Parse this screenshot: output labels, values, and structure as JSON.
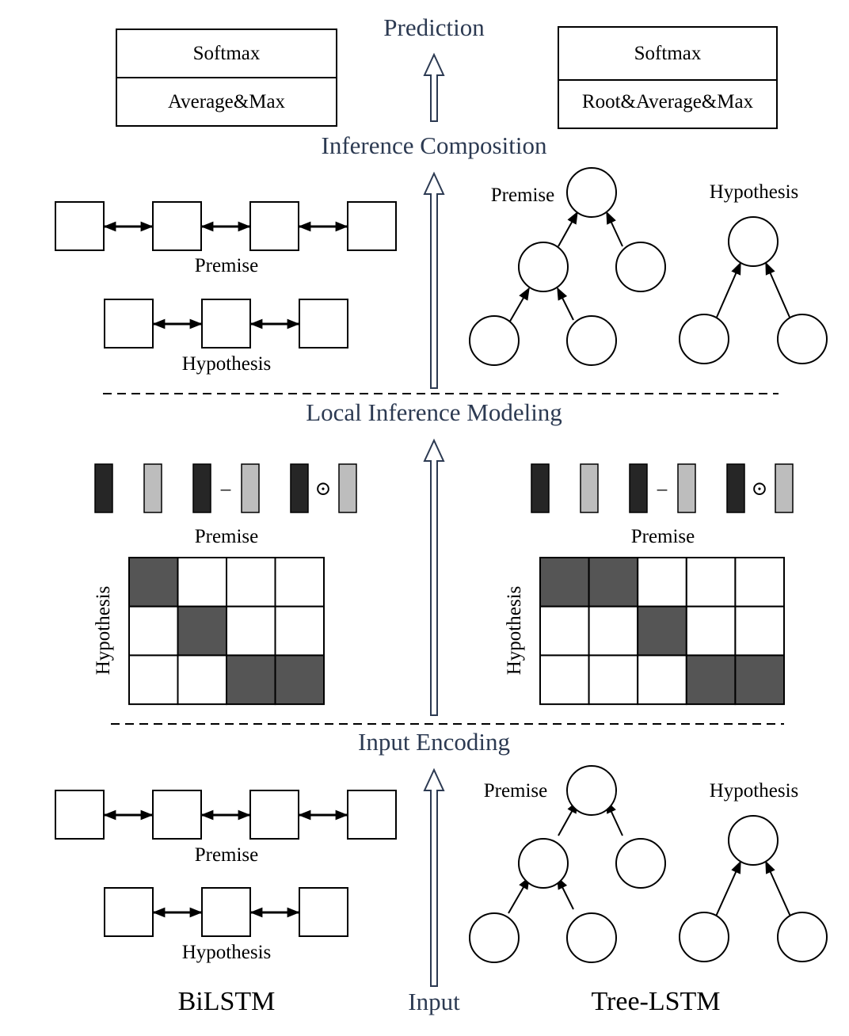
{
  "stages": {
    "prediction": "Prediction",
    "inference_composition": "Inference Composition",
    "local_inference_modeling": "Local Inference Modeling",
    "input_encoding": "Input Encoding",
    "input": "Input"
  },
  "bottom": {
    "bilstm": "BiLSTM",
    "tree_lstm": "Tree-LSTM"
  },
  "output_left": {
    "top": "Softmax",
    "bottom": "Average&Max"
  },
  "output_right": {
    "top": "Softmax",
    "bottom": "Root&Average&Max"
  },
  "labels": {
    "premise": "Premise",
    "hypothesis": "Hypothesis"
  },
  "local_inference": {
    "minus_symbol": "–",
    "product_symbol": "⊙",
    "left_matrix": {
      "rows": 3,
      "cols": 4,
      "dark_cells": [
        [
          0,
          0
        ],
        [
          1,
          1
        ],
        [
          2,
          2
        ],
        [
          2,
          3
        ]
      ]
    },
    "right_matrix": {
      "rows": 3,
      "cols": 5,
      "dark_cells": [
        [
          0,
          0
        ],
        [
          0,
          1
        ],
        [
          1,
          2
        ],
        [
          2,
          3
        ],
        [
          2,
          4
        ]
      ]
    }
  },
  "colors": {
    "stage_text": "#2c3a52",
    "dark_cell": "#555555",
    "dark_vector": "#262626",
    "light_vector": "#bdbdbd"
  }
}
